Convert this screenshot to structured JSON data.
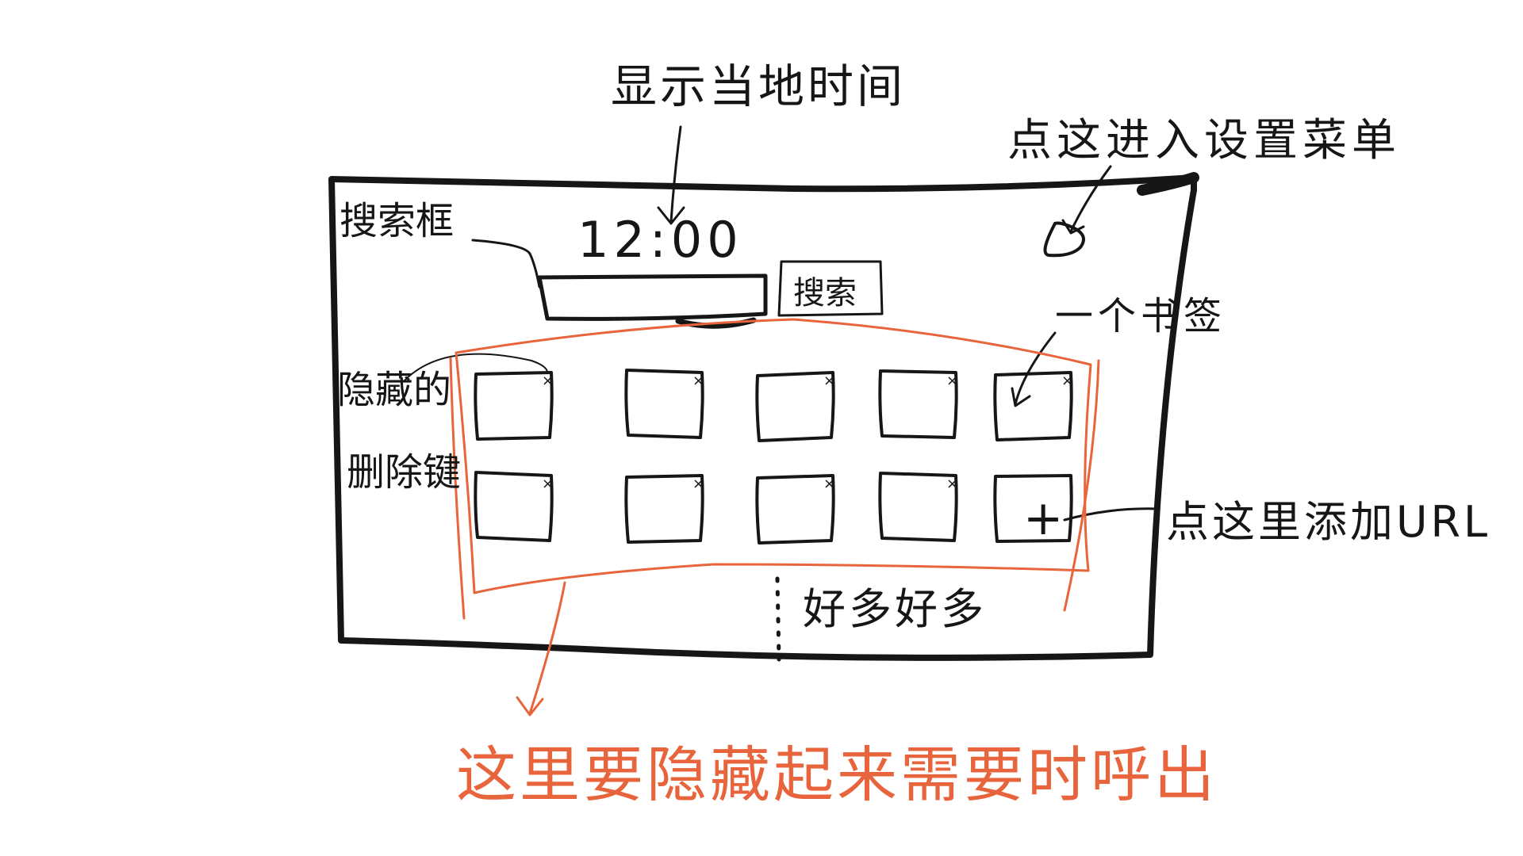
{
  "labels": {
    "clock_note": "显示当地时间",
    "settings_note": "点这进入设置菜单",
    "search_box": "搜索框",
    "clock": "12:00",
    "search_button": "搜索",
    "bookmark": "一个书签",
    "hidden_delete_line1": "隐藏的",
    "hidden_delete_line2": "删除键",
    "add_tile_plus": "+",
    "add_url": "点这里添加URL",
    "many": "好多好多",
    "hide_note": "这里要隐藏起来需要时呼出"
  },
  "bookmark_tiles": {
    "rows": 2,
    "columns": 5,
    "delete_glyph": "×",
    "last_tile": "add-url"
  },
  "colors": {
    "ink": "#161616",
    "annotation_red": "#e8643c",
    "background": "#ffffff"
  }
}
